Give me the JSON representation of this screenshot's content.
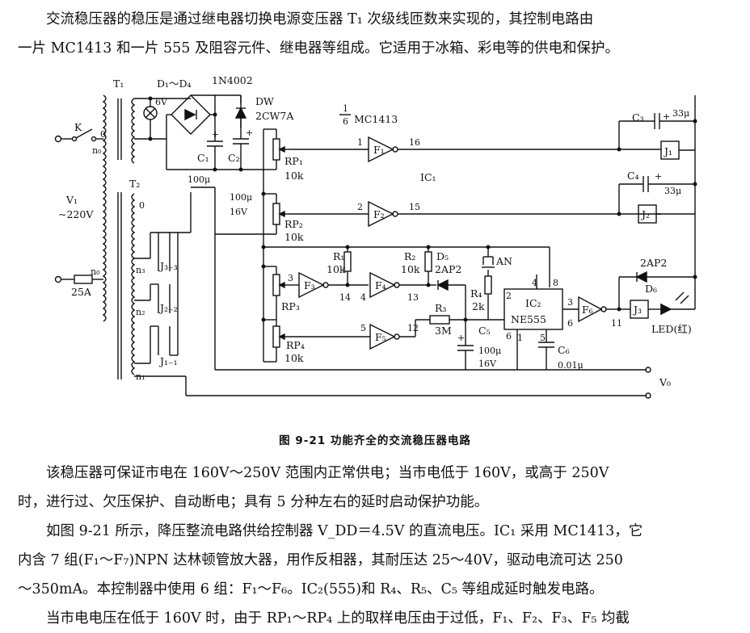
{
  "intro": {
    "line1": "交流稳压器的稳压是通过继电器切换电源变压器 T₁ 次级线匝数来实现的，其控制电路由",
    "line2": "一片 MC1413 和一片 555 及阻容元件、继电器等组成。它适用于冰箱、彩电等的供电和保护。"
  },
  "labels": {
    "t1": "T₁",
    "d1d4": "D₁～D₄",
    "n4002": "1N4002",
    "v6": "6V",
    "dw": "DW",
    "dw_part": "2CW7A",
    "mc_frac_num": "1",
    "mc_frac_den": "6",
    "mc_part": "MC1413",
    "k": "K",
    "zero_top": "0",
    "n0_top": "n₀",
    "v1": "V₁",
    "v1_val": "~220V",
    "n0_bot": "n₀",
    "fuse": "25A",
    "t2": "T₂",
    "zero_t2": "0",
    "n3": "n₃",
    "n2": "n₂",
    "n1": "n₁",
    "j33": "J₃₋₃",
    "j22": "J₂₋₂",
    "j11": "J₁₋₁",
    "c1": "C₁",
    "c2": "C₂",
    "c1_val": "100μ",
    "c2_val": "100μ",
    "c2_v": "16V",
    "rp1": "RP₁",
    "rp1_val": "10k",
    "rp2": "RP₂",
    "rp2_val": "10k",
    "rp3": "RP₃",
    "rp4": "RP₄",
    "rp4_val": "10k",
    "f1": "F₁",
    "f2": "F₂",
    "f3": "F₃",
    "f4": "F₄",
    "f5": "F₅",
    "f6": "F₆",
    "pin1": "1",
    "pin16": "16",
    "pin2": "2",
    "pin15": "15",
    "pin3": "3",
    "pin14": "14",
    "pin4": "4",
    "pin13": "13",
    "pin5": "5",
    "pin12": "12",
    "pin11": "11",
    "ic1": "IC₁",
    "r1": "R₁",
    "r1_val": "10k",
    "r2": "R₂",
    "r2_val": "10k",
    "d5": "D₅",
    "d5_part": "2AP2",
    "an": "AN",
    "r4": "R₄",
    "r4_val": "2k",
    "r3": "R₃",
    "r3_val": "3M",
    "c5": "C₅",
    "c5_val": "100μ",
    "c5_v": "16V",
    "ic2": "IC₂",
    "ne555": "NE555",
    "ic2_p2": "2",
    "ic2_p4": "4",
    "ic2_p8": "8",
    "ic2_p6": "6",
    "ic2_p1": "1",
    "ic2_p5": "5",
    "ic2_p3": "3",
    "f6_in": "6",
    "c6": "C₆",
    "c6_val": "0.01μ",
    "c3": "C₃",
    "c3_val": "33μ",
    "c4": "C₄",
    "c4_val": "33μ",
    "j1": "J₁",
    "j2": "J₂",
    "j3": "J₃",
    "d6": "D₆",
    "d6_part": "2AP2",
    "led": "LED(红)",
    "v0": "V₀",
    "plus": "+"
  },
  "caption": "图 9-21  功能齐全的交流稳压器电路",
  "body": {
    "line1": "该稳压器可保证市电在 160V～250V 范围内正常供电；当市电低于 160V，或高于 250V",
    "line2": "时，进行过、欠压保护、自动断电；具有 5 分种左右的延时启动保护功能。",
    "line3": "如图 9-21 所示，降压整流电路供给控制器 V_DD＝4.5V 的直流电压。IC₁ 采用 MC1413，它",
    "line4": "内含 7 组(F₁～F₇)NPN 达林顿管放大器，用作反相器，其耐压达 25～40V，驱动电流可达 250",
    "line5": "～350mA。本控制器中使用 6 组：F₁～F₆。IC₂(555)和 R₄、R₅、C₅ 等组成延时触发电路。",
    "line6": "当市电电压在低于 160V 时，由于 RP₁～RP₄ 上的取样电压由于过低，F₁、F₂、F₃、F₅ 均截"
  }
}
